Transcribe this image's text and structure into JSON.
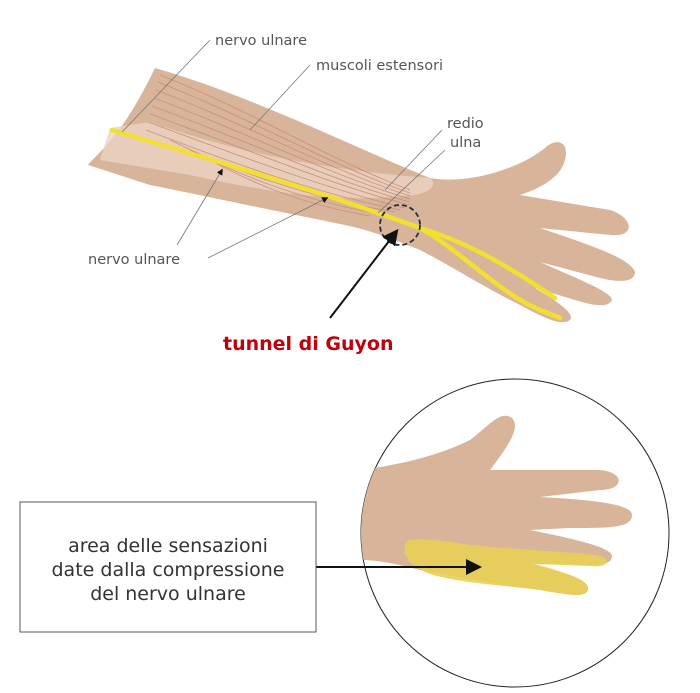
{
  "labels": {
    "nerve_top": "nervo ulnare",
    "muscles": "muscoli estensori",
    "radius": "redio",
    "ulna": "ulna",
    "nerve_bottom": "nervo ulnare",
    "tunnel": "tunnel di Guyon"
  },
  "callout": {
    "lines": [
      "area delle sensazioni",
      "date dalla compressione",
      "del nervo ulnare"
    ]
  },
  "colors": {
    "skin": "#d8b59a",
    "skin_light": "#ecd3c3",
    "muscle": "#c98a75",
    "nerve": "#f2e030",
    "sensation_area": "#e8cf55",
    "tunnel_label": "#c0000a",
    "circle_dash": "#1f2d3d"
  }
}
